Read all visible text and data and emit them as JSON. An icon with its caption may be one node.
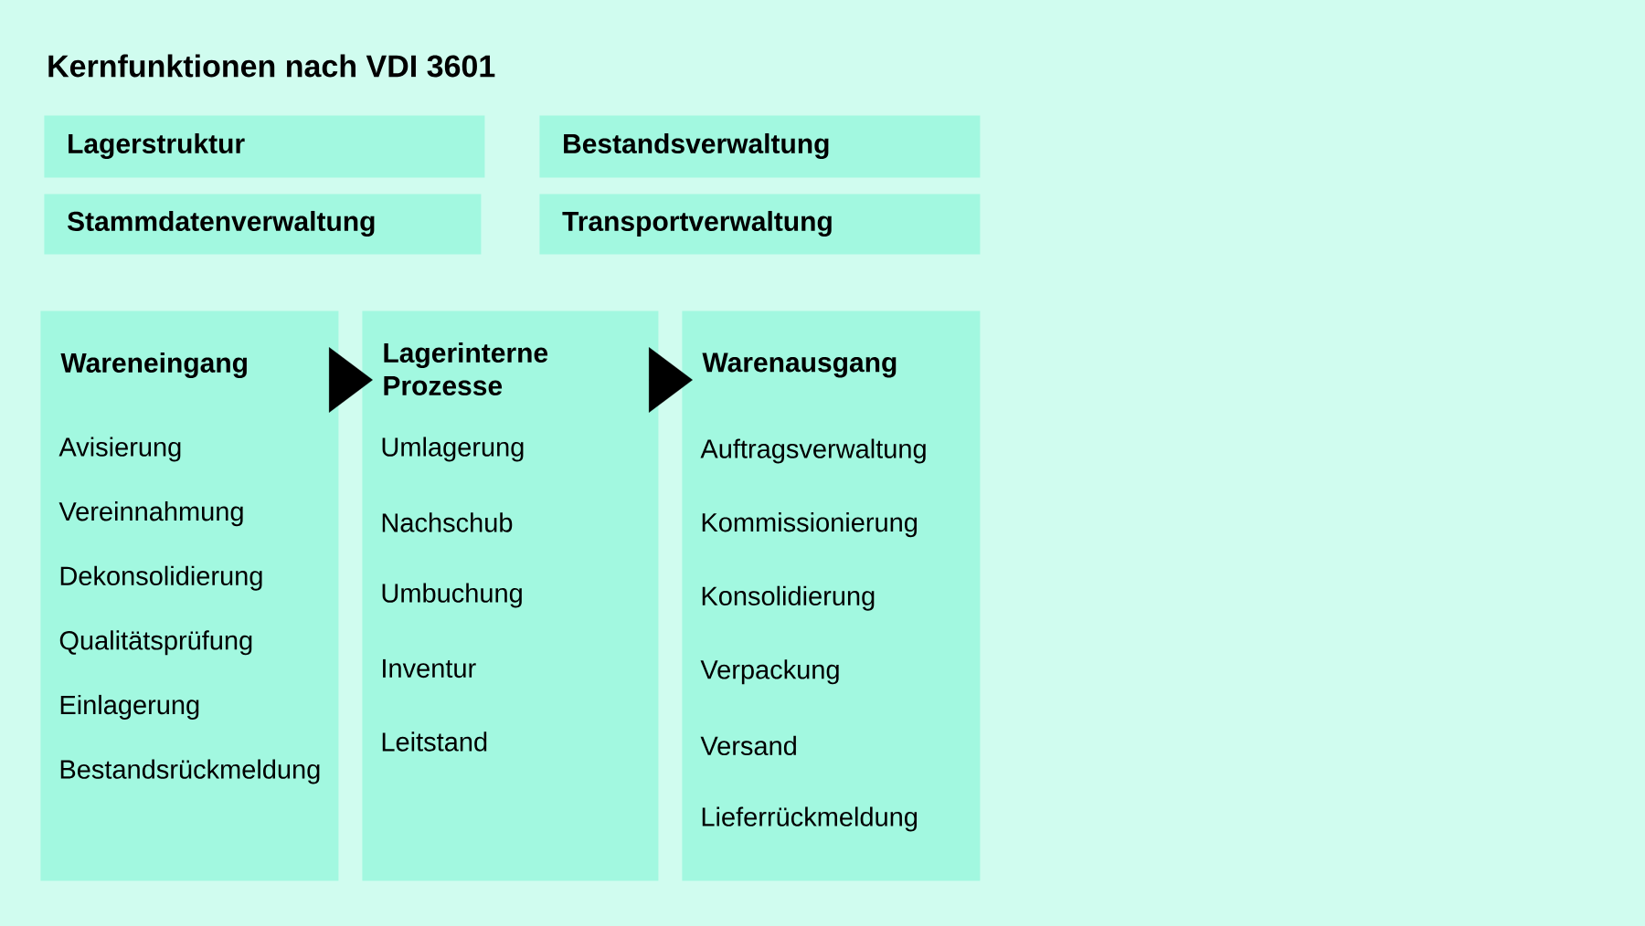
{
  "diagram": {
    "title": "Kernfunktionen nach VDI 3601",
    "nodes": [
      {
        "text": [
          "Lagerstruktur"
        ]
      },
      {
        "text": [
          "Bestandsverwaltung"
        ]
      },
      {
        "text": [
          "Stammdatenverwaltung"
        ]
      },
      {
        "text": [
          "Transportverwaltung"
        ]
      },
      {
        "text": [
          "Wareneingang",
          "Avisierung",
          "Vereinnahmung",
          "Dekonsolidierung",
          "Qualitätsprüfung",
          "Einlagerung",
          "Bestandsrückmeldung"
        ]
      },
      {
        "text": [
          "Lagerinterne Prozesse",
          "Umlagerung",
          "Nachschub",
          "Umbuchung",
          "Inventur",
          "Leitstand"
        ]
      },
      {
        "text": [
          "Warenausgang",
          "Auftragsverwaltung",
          "Kommissionierung",
          "Konsolidierung",
          "Verpackung",
          "Versand",
          "Lieferrückmeldung"
        ]
      }
    ],
    "edges": [
      {
        "from": 4,
        "to": 5,
        "arrow": "to"
      },
      {
        "from": 5,
        "to": 6,
        "arrow": "to"
      }
    ]
  }
}
